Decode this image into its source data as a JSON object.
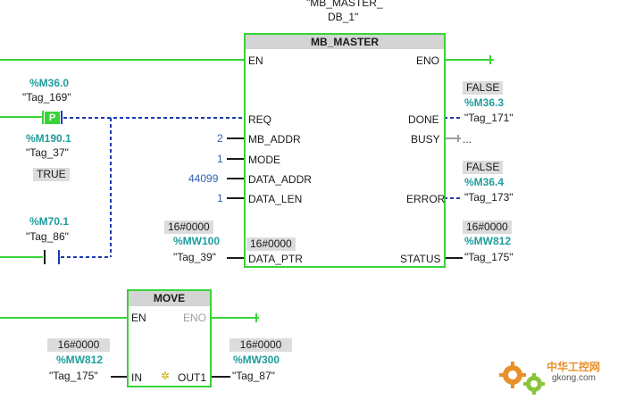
{
  "mb_master": {
    "instance_line1": "\"MB_MASTER_",
    "instance_line2": "DB_1\"",
    "title": "MB_MASTER",
    "pins_in": [
      "EN",
      "REQ",
      "MB_ADDR",
      "MODE",
      "DATA_ADDR",
      "DATA_LEN",
      "DATA_PTR"
    ],
    "pins_out": [
      "ENO",
      "DONE",
      "BUSY",
      "ERROR",
      "STATUS"
    ],
    "data_ptr_value": "16#0000"
  },
  "contact_p": {
    "addr": "%M36.0",
    "tag": "\"Tag_169\"",
    "symbol": "P",
    "edge_addr": "%M190.1",
    "edge_tag": "\"Tag_37\"",
    "edge_state": "TRUE"
  },
  "contact_no": {
    "addr": "%M70.1",
    "tag": "\"Tag_86\""
  },
  "inputs": {
    "mb_addr": "2",
    "mode": "1",
    "data_addr": "44099",
    "data_len": "1",
    "data_ptr_value": "16#0000",
    "data_ptr_addr": "%MW100",
    "data_ptr_tag": "\"Tag_39\""
  },
  "outputs": {
    "done_state": "FALSE",
    "done_addr": "%M36.3",
    "done_tag": "\"Tag_171\"",
    "busy_tag": "...",
    "error_state": "FALSE",
    "error_addr": "%M36.4",
    "error_tag": "\"Tag_173\"",
    "status_value": "16#0000",
    "status_addr": "%MW812",
    "status_tag": "\"Tag_175\""
  },
  "move": {
    "title": "MOVE",
    "en": "EN",
    "eno": "ENO",
    "in": "IN",
    "out": "OUT1",
    "in_value": "16#0000",
    "in_addr": "%MW812",
    "in_tag": "\"Tag_175\"",
    "out_value": "16#0000",
    "out_addr": "%MW300",
    "out_tag": "\"Tag_87\""
  },
  "watermark": {
    "text_cn": "中华工控网",
    "text_url": "gkong.com"
  },
  "colors": {
    "power_flow": "#38d438",
    "dashed": "#1a3ab0",
    "address": "#1f9c9c",
    "constant": "#3060b0",
    "watermark": "#e8902a"
  }
}
